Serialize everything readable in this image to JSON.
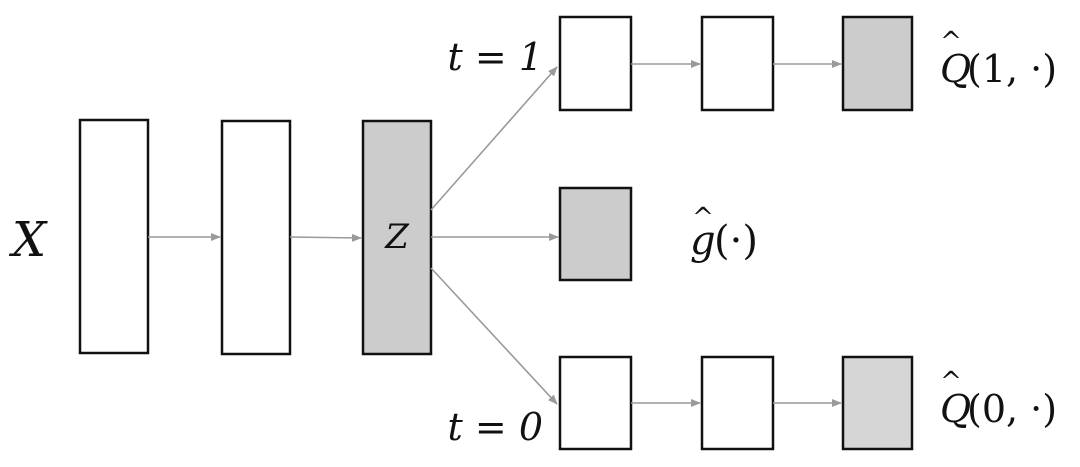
{
  "input_label": "X",
  "latent_label": "Z",
  "branch_top_label": "t = 1",
  "branch_bottom_label": "t = 0",
  "output_top_label": {
    "base": "Q",
    "args": "(1, ·)"
  },
  "output_mid_label": {
    "base": "g",
    "args": "(·)"
  },
  "output_bottom_label": {
    "base": "Q",
    "args": "(0, ·)"
  },
  "colors": {
    "box_stroke": "#111111",
    "shaded_fill": "#cccccc",
    "arrow": "#9a9a9a"
  }
}
